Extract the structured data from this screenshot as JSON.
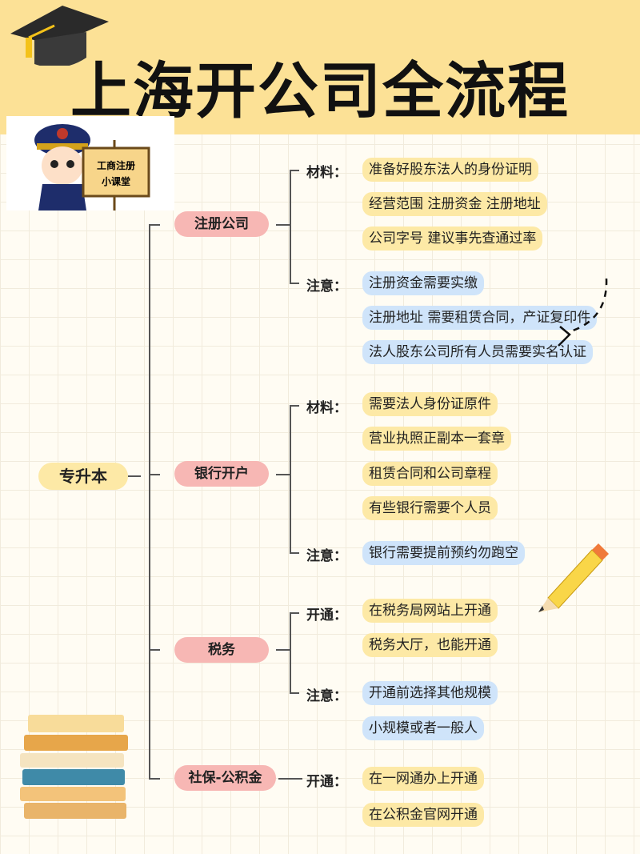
{
  "title": "上海开公司全流程",
  "mascot_sign": [
    "工商注册",
    "小课堂"
  ],
  "root": "专升本",
  "branches": [
    {
      "label": "注册公司",
      "groups": [
        {
          "label": "材料：",
          "items": [
            "准备好股东法人的身份证明",
            "经营范围 注册资金 注册地址",
            "公司字号 建议事先查通过率"
          ],
          "color": "yellow"
        },
        {
          "label": "注意：",
          "items": [
            "注册资金需要实缴",
            "注册地址 需要租赁合同，产证复印件",
            "法人股东公司所有人员需要实名认证"
          ],
          "color": "blue"
        }
      ]
    },
    {
      "label": "银行开户",
      "groups": [
        {
          "label": "材料：",
          "items": [
            "需要法人身份证原件",
            "营业执照正副本一套章",
            "租赁合同和公司章程",
            "有些银行需要个人员"
          ],
          "color": "yellow"
        },
        {
          "label": "注意：",
          "items": [
            "银行需要提前预约勿跑空"
          ],
          "color": "blue"
        }
      ]
    },
    {
      "label": "税务",
      "groups": [
        {
          "label": "开通：",
          "items": [
            "在税务局网站上开通",
            "税务大厅，也能开通"
          ],
          "color": "yellow"
        },
        {
          "label": "注意：",
          "items": [
            "开通前选择其他规模",
            "小规模或者一般人"
          ],
          "color": "blue"
        }
      ]
    },
    {
      "label": "社保-公积金",
      "groups": [
        {
          "label": "开通：",
          "items": [
            "在一网通办上开通",
            "在公积金官网开通"
          ],
          "color": "yellow"
        }
      ]
    }
  ],
  "colors": {
    "header": "#fce196",
    "yellow_pill": "#fde9a6",
    "blue_pill": "#cfe4fa",
    "pink_pill": "#f7b7b4"
  }
}
